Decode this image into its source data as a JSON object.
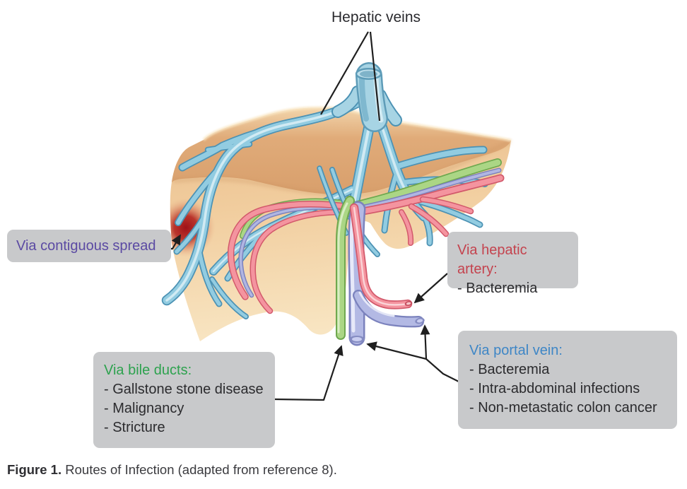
{
  "labels": {
    "hepatic_veins": "Hepatic veins"
  },
  "callouts": {
    "contiguous_spread": {
      "title": "Via contiguous spread",
      "items": []
    },
    "hepatic_artery": {
      "title": "Via hepatic artery:",
      "items": [
        "- Bacteremia"
      ]
    },
    "portal_vein": {
      "title": "Via portal vein:",
      "items": [
        "- Bacteremia",
        "- Intra-abdominal infections",
        "- Non-metastatic colon cancer"
      ]
    },
    "bile_ducts": {
      "title": "Via bile ducts:",
      "items": [
        "- Gallstone stone disease",
        "- Malignancy",
        "- Stricture"
      ]
    }
  },
  "caption": {
    "label": "Figure 1.",
    "text": "Routes of Infection (adapted from reference 8)."
  },
  "colors": {
    "callout_bg": "#c8c9cb",
    "contiguous_title": "#5b4aa3",
    "hepatic_artery_title": "#c4434e",
    "portal_vein_title": "#3e86c6",
    "bile_ducts_title": "#2da24e",
    "body_text": "#2b2b2e",
    "liver_face": "#f1cd9e",
    "liver_top_surface": "#dfa977",
    "hepatic_vein_blue": "#92cce1",
    "hepatic_artery_red": "#f4949f",
    "bile_duct_green": "#abd685",
    "portal_vein_purple": "#b0b6e2",
    "infection_spot_red": "#a91b22",
    "annotation_line": "#1f1f1f"
  }
}
